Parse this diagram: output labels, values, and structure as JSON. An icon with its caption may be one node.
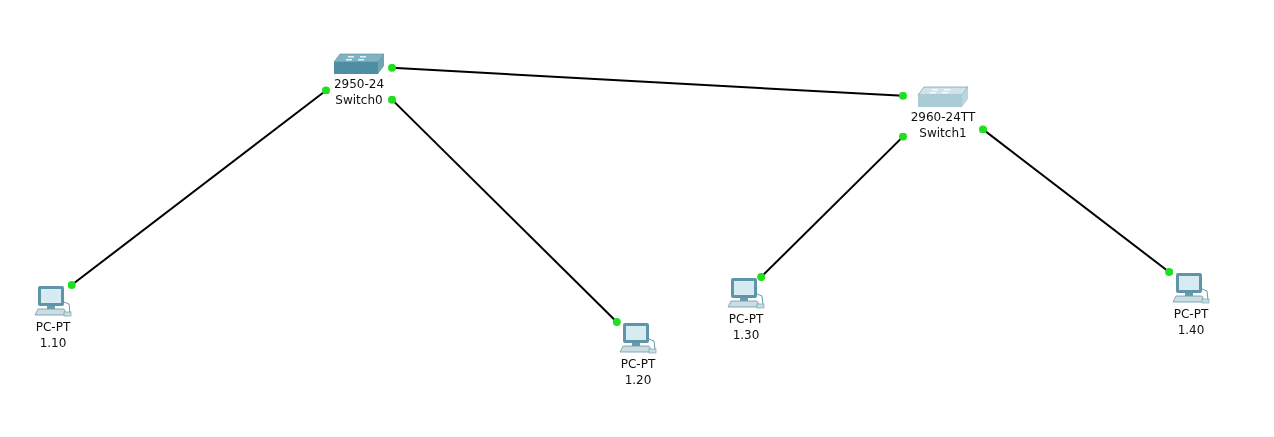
{
  "diagram": {
    "nodes": [
      {
        "text": [
          "2950-24",
          "Switch0"
        ]
      },
      {
        "text": [
          "2960-24TT",
          "Switch1"
        ]
      },
      {
        "text": [
          "PC-PT",
          "1.10"
        ]
      },
      {
        "text": [
          "PC-PT",
          "1.20"
        ]
      },
      {
        "text": [
          "PC-PT",
          "1.30"
        ]
      },
      {
        "text": [
          "PC-PT",
          "1.40"
        ]
      }
    ],
    "edges": [
      {
        "from": 0,
        "to": 1,
        "arrow": "other"
      },
      {
        "from": 0,
        "to": 2,
        "arrow": "other"
      },
      {
        "from": 0,
        "to": 3,
        "arrow": "other"
      },
      {
        "from": 1,
        "to": 4,
        "arrow": "other"
      },
      {
        "from": 1,
        "to": 5,
        "arrow": "other"
      }
    ]
  }
}
